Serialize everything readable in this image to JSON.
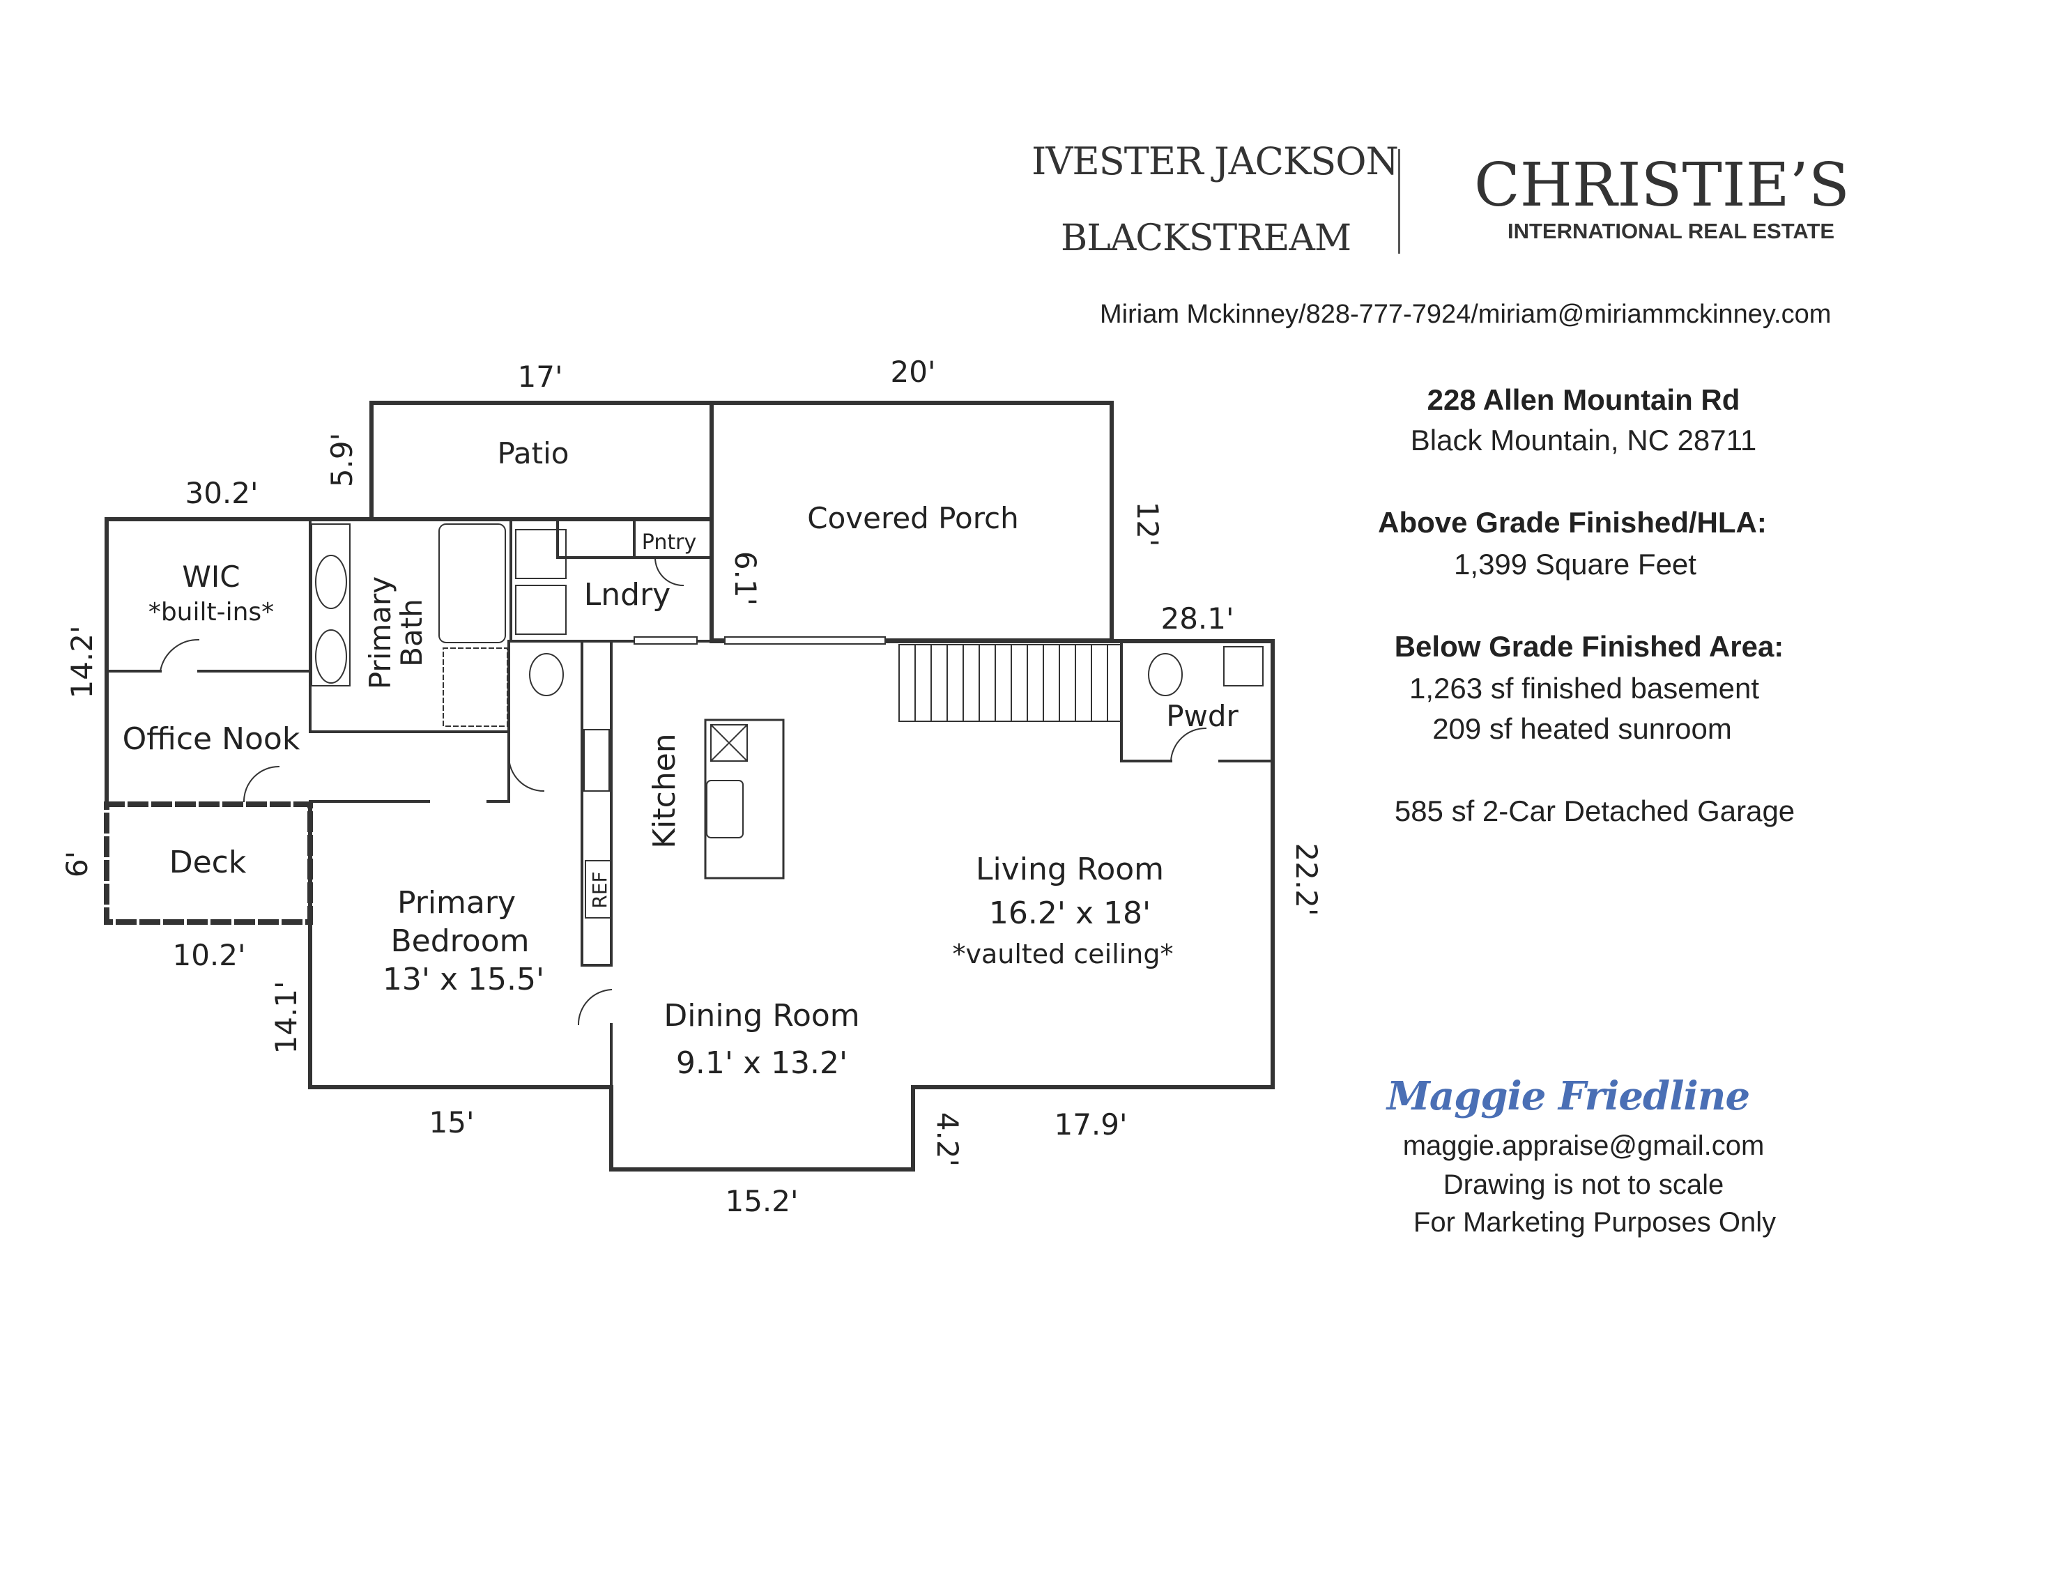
{
  "branding": {
    "brokerage_line1": "IVESTER JACKSON",
    "brokerage_line2": "BLACKSTREAM",
    "christies_name": "CHRISTIE’S",
    "christies_sub": "INTERNATIONAL REAL ESTATE",
    "agent_contact": "Miriam Mckinney/828-777-7924/miriam@miriammckinney.com"
  },
  "property": {
    "address_line1": "228 Allen Mountain Rd",
    "address_line2": "Black Mountain, NC 28711",
    "above_grade_heading": "Above Grade Finished/HLA:",
    "above_grade_value": "1,399 Square Feet",
    "below_grade_heading": "Below Grade Finished Area:",
    "below_grade_line1": "1,263 sf finished basement",
    "below_grade_line2": "209 sf heated sunroom",
    "garage": "585 sf 2-Car Detached Garage"
  },
  "appraiser": {
    "signature": "Maggie Friedline",
    "signature_color": "#4a6fb5",
    "email": "maggie.appraise@gmail.com",
    "note1": "Drawing is not to scale",
    "note2": "For Marketing Purposes Only"
  },
  "rooms": {
    "patio": "Patio",
    "covered_porch": "Covered Porch",
    "wic": "WIC",
    "wic_note": "*built-ins*",
    "primary_bath_1": "Primary",
    "primary_bath_2": "Bath",
    "pantry": "Pntry",
    "laundry": "Lndry",
    "office_nook": "Office Nook",
    "deck": "Deck",
    "kitchen": "Kitchen",
    "ref": "REF",
    "pwdr": "Pwdr",
    "living_room": "Living Room",
    "living_dims": "16.2' x 18'",
    "living_note": "*vaulted ceiling*",
    "primary_bedroom_1": "Primary",
    "primary_bedroom_2": "Bedroom",
    "primary_bedroom_dims": "13' x 15.5'",
    "dining_room": "Dining Room",
    "dining_dims": "9.1' x 13.2'"
  },
  "dimensions": {
    "patio_top": "17'",
    "porch_top": "20'",
    "patio_side": "5.9'",
    "top_left": "30.2'",
    "porch_side": "12'",
    "porch_inner": "6.1'",
    "right_top": "28.1'",
    "left_upper": "14.2'",
    "deck_side": "6'",
    "deck_bottom": "10.2'",
    "right_side": "22.2'",
    "bedroom_side": "14.1'",
    "bedroom_bottom": "15'",
    "step_down": "4.2'",
    "bottom_right": "17.9'",
    "dining_bottom": "15.2'"
  }
}
